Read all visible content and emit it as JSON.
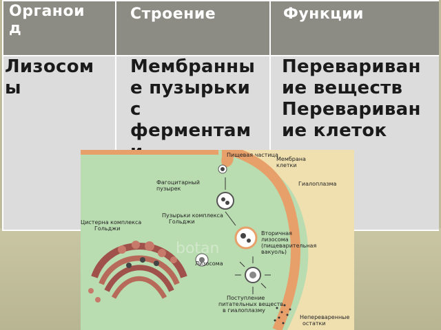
{
  "table": {
    "headers": [
      "Органои\nд",
      "Строение",
      "Функции"
    ],
    "row": {
      "organoid": "Лизосом\nы",
      "structure": "Мембранны\nе пузырьки\nс\nферментам\nи",
      "functions": "Перевариван\nие веществ\nПеревариван\nие клеток"
    }
  },
  "figure": {
    "labels": {
      "food": "Пищевая частица",
      "membrane": "Мембрана\nклетки",
      "phago": "Фагоцитарный\nпузырек",
      "hyaloplasm": "Гиалоплазма",
      "golgi_vesicles": "Пузырьки комплекса\nГольджи",
      "golgi_cistern": "Цистерна комплекса\nГольджи",
      "secondary": "Вторичная\nлизосома\n(пищеварительная\nвакуоль)",
      "lysosome": "Лизосома",
      "nutrients": "Поступление\nпитательных веществ\nв гиалоплазму",
      "undigested": "Непереваренные\nостатки"
    },
    "watermark": "botan"
  },
  "colors": {
    "header_bg": "#8c8c84",
    "cell_bg": "#dcdcdc",
    "image_bg": "#b9dcb0",
    "membrane": "#e8a06a"
  }
}
